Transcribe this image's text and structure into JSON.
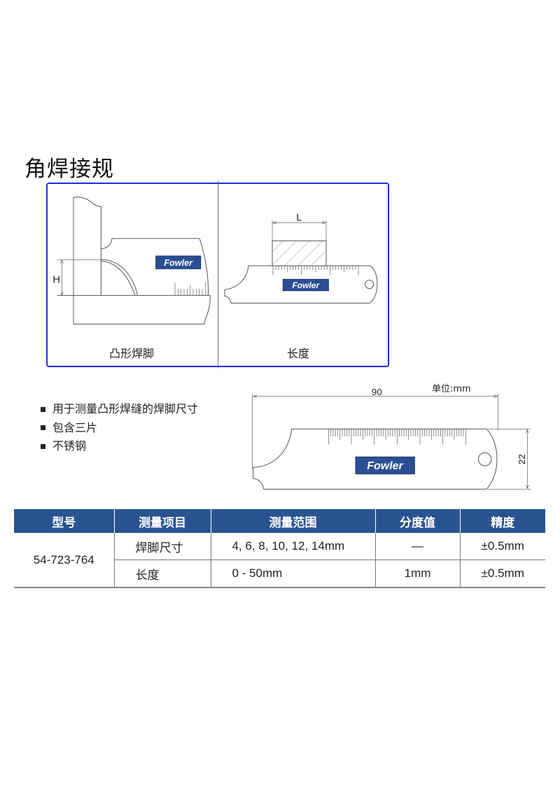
{
  "title": "角焊接规",
  "figures": {
    "left_label": "凸形焊脚",
    "right_label": "长度",
    "dim_H": "H",
    "dim_L": "L",
    "logo": "Fowler"
  },
  "features": [
    "用于测量凸形焊缝的焊脚尺寸",
    "包含三片",
    "不锈钢"
  ],
  "dimensions": {
    "length": "90",
    "width": "22",
    "unit_label": "单位:mm"
  },
  "table": {
    "headers": [
      "型号",
      "测量项目",
      "测量范围",
      "分度值",
      "精度"
    ],
    "model": "54-723-764",
    "rows": [
      {
        "item": "焊脚尺寸",
        "range": "4, 6, 8, 10, 12, 14mm",
        "division": "—",
        "accuracy": "±0.5mm"
      },
      {
        "item": "长度",
        "range": "0 - 50mm",
        "division": "1mm",
        "accuracy": "±0.5mm"
      }
    ]
  },
  "colors": {
    "panel_border": "#1f2fd8",
    "table_header": "#2a5491",
    "logo_bg": "#2b4f93"
  }
}
